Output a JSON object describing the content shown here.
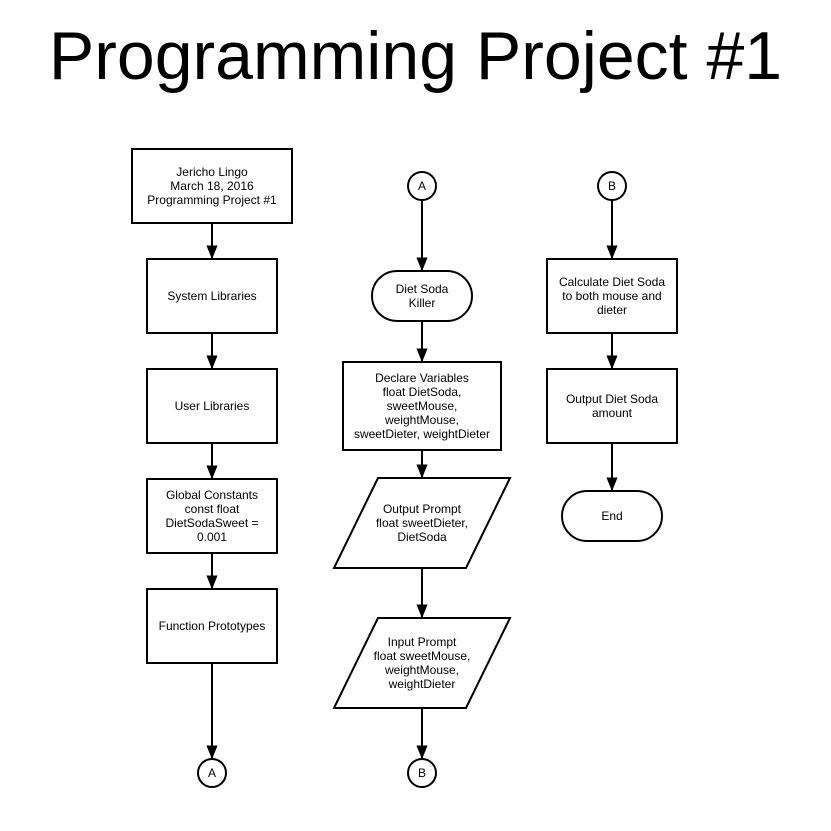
{
  "title": "Programming Project #1",
  "nodes": [
    {
      "id": "header",
      "shape": "rect",
      "lines": [
        "Jericho Lingo",
        "March 18, 2016",
        "Programming Project #1"
      ]
    },
    {
      "id": "syslib",
      "shape": "rect",
      "lines": [
        "System Libraries"
      ]
    },
    {
      "id": "userlib",
      "shape": "rect",
      "lines": [
        "User Libraries"
      ]
    },
    {
      "id": "globals",
      "shape": "rect",
      "lines": [
        "Global Constants",
        "const float",
        "DietSodaSweet =",
        "0.001"
      ]
    },
    {
      "id": "protos",
      "shape": "rect",
      "lines": [
        "Function Prototypes"
      ]
    },
    {
      "id": "connA1",
      "shape": "circle",
      "lines": [
        "A"
      ]
    },
    {
      "id": "connA2",
      "shape": "circle",
      "lines": [
        "A"
      ]
    },
    {
      "id": "start",
      "shape": "terminal",
      "lines": [
        "Diet Soda",
        "Killer"
      ]
    },
    {
      "id": "declare",
      "shape": "rect",
      "lines": [
        "Declare Variables",
        "float DietSoda,",
        "sweetMouse,",
        "weightMouse,",
        "sweetDieter, weightDieter"
      ]
    },
    {
      "id": "output1",
      "shape": "parallelogram",
      "lines": [
        "Output Prompt",
        "float sweetDieter,",
        "DietSoda"
      ]
    },
    {
      "id": "input1",
      "shape": "parallelogram",
      "lines": [
        "Input Prompt",
        "float sweetMouse,",
        "weightMouse,",
        "weightDieter"
      ]
    },
    {
      "id": "connB1",
      "shape": "circle",
      "lines": [
        "B"
      ]
    },
    {
      "id": "connB2",
      "shape": "circle",
      "lines": [
        "B"
      ]
    },
    {
      "id": "calc",
      "shape": "rect",
      "lines": [
        "Calculate Diet Soda",
        "to both mouse and",
        "dieter"
      ]
    },
    {
      "id": "output2",
      "shape": "rect",
      "lines": [
        "Output Diet Soda",
        "amount"
      ]
    },
    {
      "id": "end",
      "shape": "terminal",
      "lines": [
        "End"
      ]
    }
  ],
  "edges": [
    {
      "from": "header",
      "to": "syslib"
    },
    {
      "from": "syslib",
      "to": "userlib"
    },
    {
      "from": "userlib",
      "to": "globals"
    },
    {
      "from": "globals",
      "to": "protos"
    },
    {
      "from": "protos",
      "to": "connA1"
    },
    {
      "from": "connA2",
      "to": "start"
    },
    {
      "from": "start",
      "to": "declare"
    },
    {
      "from": "declare",
      "to": "output1"
    },
    {
      "from": "output1",
      "to": "input1"
    },
    {
      "from": "input1",
      "to": "connB1"
    },
    {
      "from": "connB2",
      "to": "calc"
    },
    {
      "from": "calc",
      "to": "output2"
    },
    {
      "from": "output2",
      "to": "end"
    }
  ]
}
